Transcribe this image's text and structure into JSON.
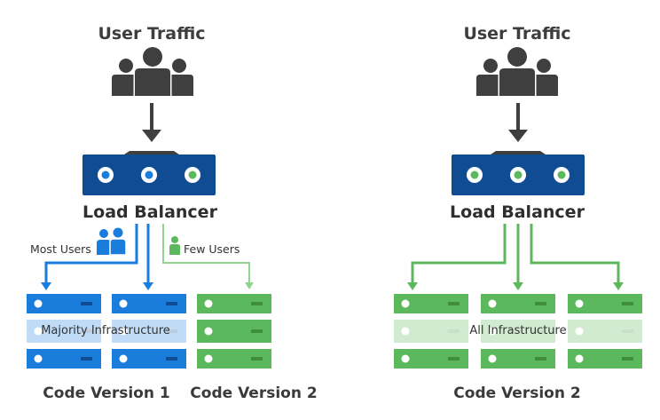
{
  "colors": {
    "dark": "#3f3f3f",
    "navy": "#0f4c92",
    "blue": "#1a7ddb",
    "green": "#5cb85c",
    "green_light": "#8fd48f"
  },
  "left": {
    "traffic_label": "User Traffic",
    "balancer_label": "Load Balancer",
    "most_users_label": "Most Users",
    "few_users_label": "Few Users",
    "infra_label": "Majority Infrastructure",
    "version1_label": "Code Version 1",
    "version2_label": "Code Version 2"
  },
  "right": {
    "traffic_label": "User Traffic",
    "balancer_label": "Load Balancer",
    "infra_label": "All Infrastructure",
    "version_label": "Code Version 2"
  }
}
